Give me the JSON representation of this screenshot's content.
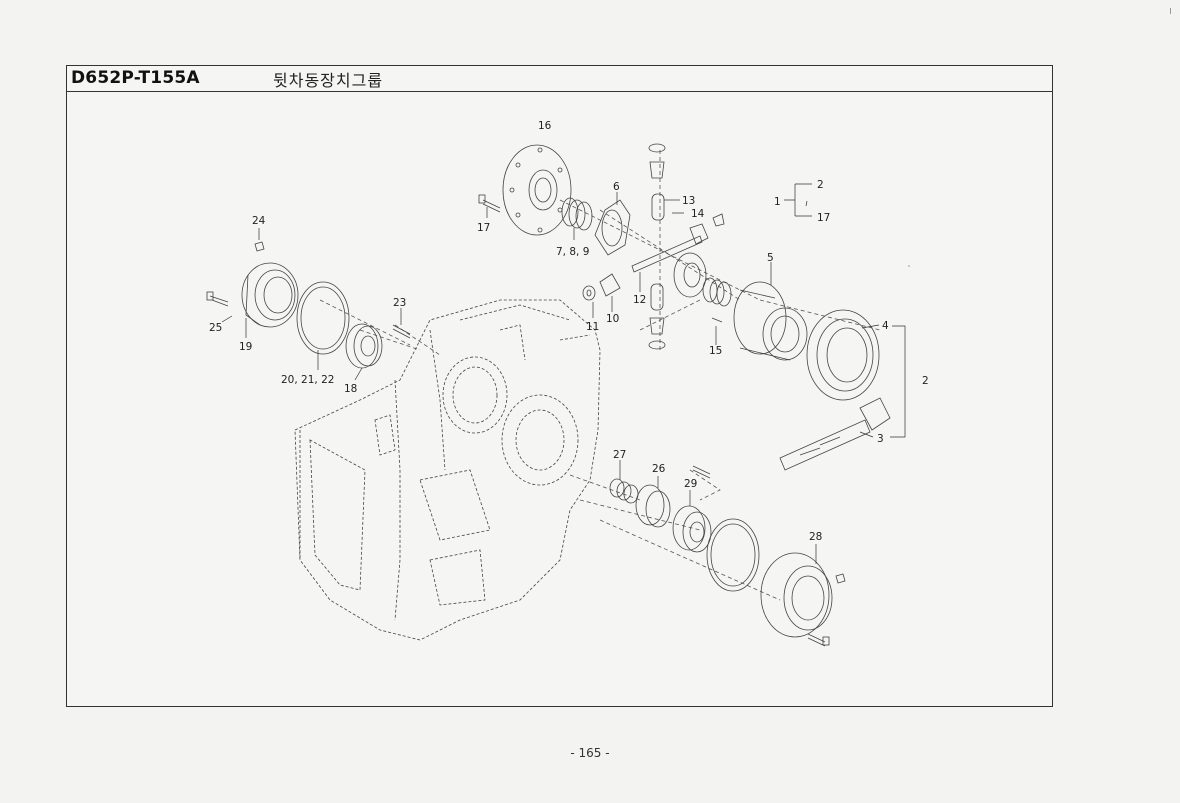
{
  "header": {
    "code": "D652P-T155A",
    "title": "뒷차동장치그룹"
  },
  "page_number": "- 165 -",
  "callouts": [
    {
      "key": "c16",
      "text": "16"
    },
    {
      "key": "c6",
      "text": "6"
    },
    {
      "key": "c13",
      "text": "13"
    },
    {
      "key": "c14",
      "text": "14"
    },
    {
      "key": "c2a",
      "text": "2"
    },
    {
      "key": "c1",
      "text": "1"
    },
    {
      "key": "c17b",
      "text": "17"
    },
    {
      "key": "c17",
      "text": "17"
    },
    {
      "key": "c789",
      "text": "7, 8, 9"
    },
    {
      "key": "c24",
      "text": "24"
    },
    {
      "key": "c5",
      "text": "5"
    },
    {
      "key": "c23",
      "text": "23"
    },
    {
      "key": "c25",
      "text": "25"
    },
    {
      "key": "c19",
      "text": "19"
    },
    {
      "key": "c11",
      "text": "11"
    },
    {
      "key": "c10",
      "text": "10"
    },
    {
      "key": "c12",
      "text": "12"
    },
    {
      "key": "c4",
      "text": "4"
    },
    {
      "key": "c15",
      "text": "15"
    },
    {
      "key": "c2b",
      "text": "2"
    },
    {
      "key": "c202122",
      "text": "20, 21, 22"
    },
    {
      "key": "c18",
      "text": "18"
    },
    {
      "key": "c3",
      "text": "3"
    },
    {
      "key": "c27",
      "text": "27"
    },
    {
      "key": "c26",
      "text": "26"
    },
    {
      "key": "c29",
      "text": "29"
    },
    {
      "key": "c28",
      "text": "28"
    }
  ]
}
